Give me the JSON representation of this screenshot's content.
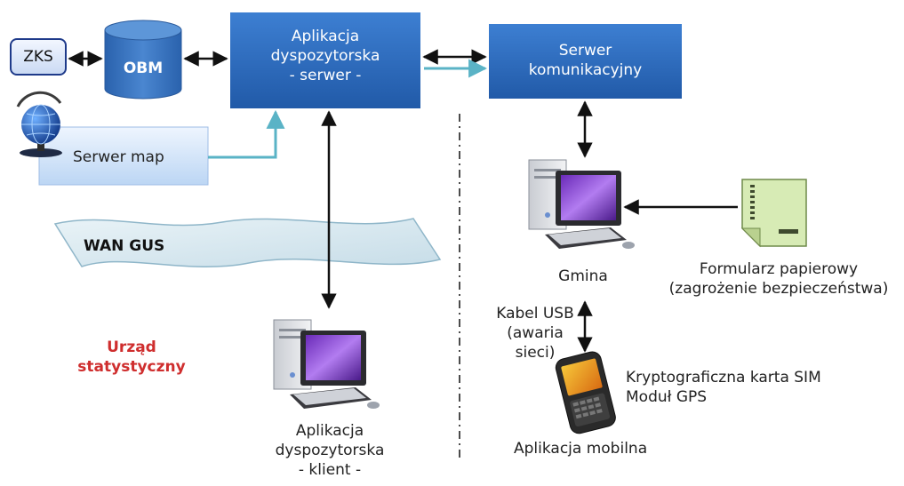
{
  "nodes": {
    "zks": "ZKS",
    "obm": "OBM",
    "app_server": [
      "Aplikacja",
      "dyspozytorska",
      "- serwer -"
    ],
    "comm_server": [
      "Serwer",
      "komunikacyjny"
    ],
    "map_server": "Serwer map",
    "wan": "WAN GUS",
    "office": [
      "Urząd",
      "statystyczny"
    ],
    "gmina": "Gmina",
    "form": [
      "Formularz papierowy",
      "(zagrożenie bezpieczeństwa)"
    ],
    "usb": [
      "Kabel USB",
      "(awaria",
      "sieci)"
    ],
    "mobile_features": [
      "Kryptograficzna karta SIM",
      "Moduł GPS"
    ],
    "mobile_app": "Aplikacja mobilna",
    "app_client": [
      "Aplikacja",
      "dyspozytorska",
      "- klient -"
    ]
  },
  "colors": {
    "blue_box": "#2e6fc3",
    "light_blue_box": "#cfe2f8",
    "cyan_arrow": "#5ab3c6",
    "office_red": "#cf2e2e",
    "form_green": "#d7ebb5"
  }
}
